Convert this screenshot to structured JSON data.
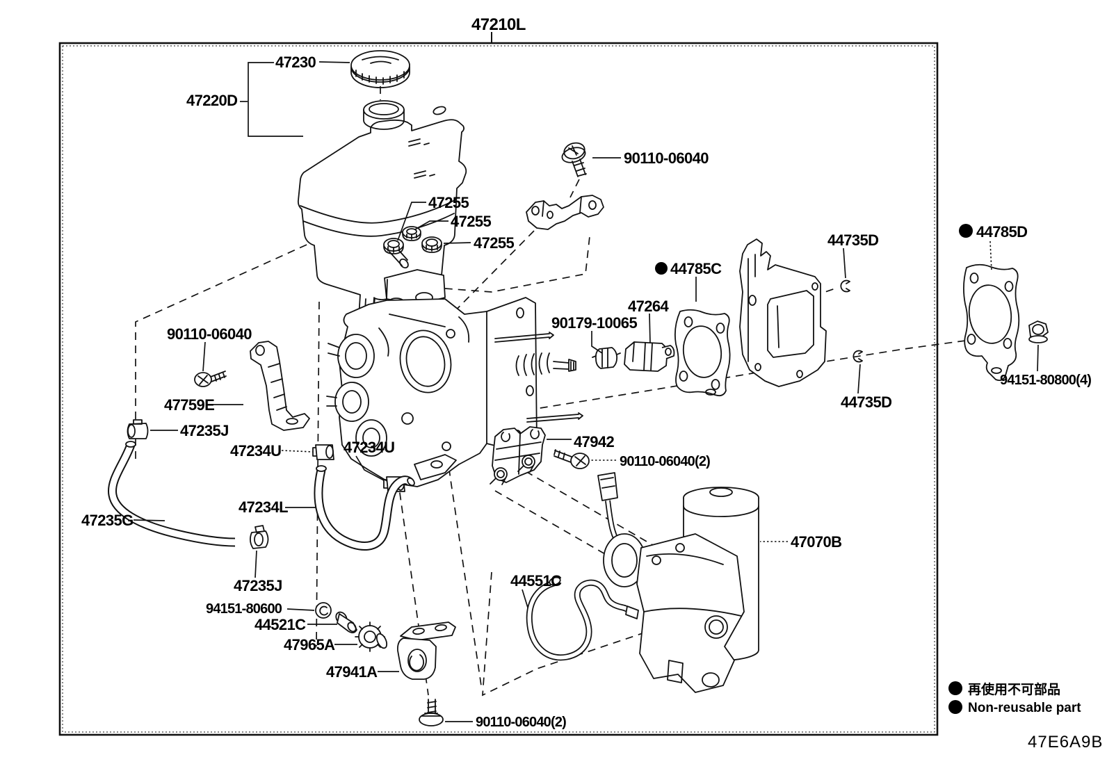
{
  "diagram": {
    "code": "47E6A9B",
    "assembly_label": "47210L",
    "legend": {
      "jp": "再使用不可部品",
      "en": "Non-reusable part"
    },
    "colors": {
      "line": "#111111",
      "background": "#ffffff"
    },
    "labels": {
      "l47230": "47230",
      "l47220D": "47220D",
      "l90110_06040": "90110-06040",
      "l47255": "47255",
      "l44785C": "44785C",
      "l44735D": "44735D",
      "l47264": "47264",
      "l90179_10065": "90179-10065",
      "l44785D": "44785D",
      "l94151_80800_4": "94151-80800(4)",
      "l47759E": "47759E",
      "l47235J": "47235J",
      "l47234U": "47234U",
      "l47234L": "47234L",
      "l47235G": "47235G",
      "l47942": "47942",
      "l90110_06040_2": "90110-06040(2)",
      "l47070B": "47070B",
      "l44551C": "44551C",
      "l94151_80600": "94151-80600",
      "l44521C": "44521C",
      "l47965A": "47965A",
      "l47941A": "47941A"
    }
  }
}
